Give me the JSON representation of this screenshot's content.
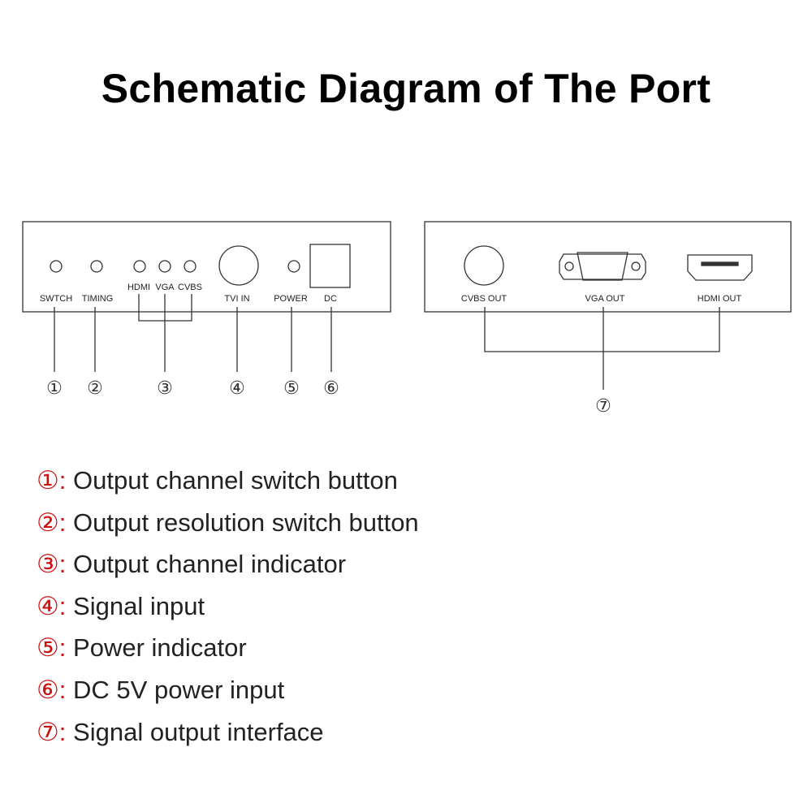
{
  "title": "Schematic Diagram of The Port",
  "accent_color": "#cc1111",
  "front_panel": {
    "labels": {
      "switch": "SWTCH",
      "timing": "TIMING",
      "hdmi": "HDMI",
      "vga": "VGA",
      "cvbs": "CVBS",
      "tvi_in": "TVI IN",
      "power": "POWER",
      "dc": "DC"
    },
    "callouts": [
      "①",
      "②",
      "③",
      "④",
      "⑤",
      "⑥"
    ]
  },
  "rear_panel": {
    "labels": {
      "cvbs_out": "CVBS OUT",
      "vga_out": "VGA OUT",
      "hdmi_out": "HDMI OUT"
    },
    "callout": "⑦"
  },
  "legend": [
    {
      "num": "①",
      "sep": ":",
      "text": "Output channel switch button"
    },
    {
      "num": "②",
      "sep": ":",
      "text": "Output resolution switch button"
    },
    {
      "num": "③",
      "sep": ":",
      "text": "Output channel indicator"
    },
    {
      "num": "④",
      "sep": ":",
      "text": "Signal input"
    },
    {
      "num": "⑤",
      "sep": ":",
      "text": "Power indicator"
    },
    {
      "num": "⑥",
      "sep": ":",
      "text": "DC 5V power input"
    },
    {
      "num": "⑦",
      "sep": ":",
      "text": "Signal output interface"
    }
  ]
}
